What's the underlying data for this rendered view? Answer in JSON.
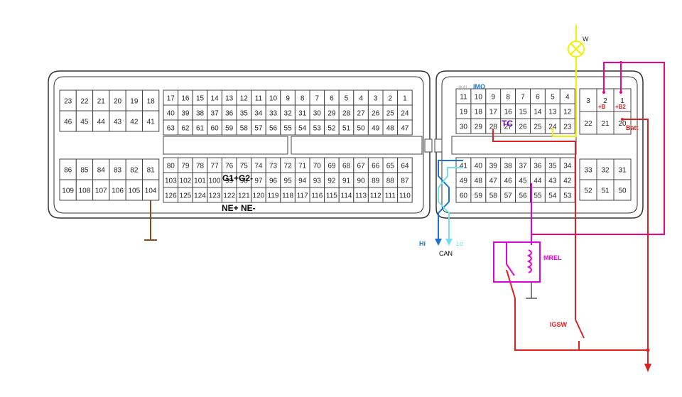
{
  "blocks": [
    {
      "id": "lt1",
      "rows": [
        [
          "23",
          "22",
          "21",
          "20",
          "19",
          "18"
        ],
        [
          "46",
          "45",
          "44",
          "43",
          "42",
          "41"
        ]
      ]
    },
    {
      "id": "lt2",
      "rows": [
        [
          "17",
          "16",
          "15",
          "14",
          "13",
          "12",
          "11",
          "10",
          "9",
          "8",
          "7",
          "6",
          "5",
          "4",
          "3",
          "2",
          "1"
        ],
        [
          "40",
          "39",
          "38",
          "37",
          "36",
          "35",
          "34",
          "33",
          "32",
          "31",
          "30",
          "29",
          "28",
          "27",
          "26",
          "25",
          "24"
        ],
        [
          "63",
          "62",
          "61",
          "60",
          "59",
          "58",
          "57",
          "56",
          "55",
          "54",
          "53",
          "52",
          "51",
          "50",
          "49",
          "48",
          "47"
        ]
      ]
    },
    {
      "id": "lb1",
      "rows": [
        [
          "86",
          "85",
          "84",
          "83",
          "82",
          "81"
        ],
        [
          "109",
          "108",
          "107",
          "106",
          "105",
          "104"
        ]
      ]
    },
    {
      "id": "lb2",
      "rows": [
        [
          "80",
          "79",
          "78",
          "77",
          "76",
          "75",
          "74",
          "73",
          "72",
          "71",
          "70",
          "69",
          "68",
          "67",
          "66",
          "65",
          "64"
        ],
        [
          "103",
          "102",
          "101",
          "100",
          "99",
          "98",
          "97",
          "96",
          "95",
          "94",
          "93",
          "92",
          "91",
          "90",
          "89",
          "88",
          "87"
        ],
        [
          "126",
          "125",
          "124",
          "123",
          "122",
          "121",
          "120",
          "119",
          "118",
          "117",
          "116",
          "115",
          "114",
          "113",
          "112",
          "111",
          "110"
        ]
      ]
    },
    {
      "id": "rt1",
      "rows": [
        [
          "11",
          "10",
          "9",
          "8",
          "7",
          "6",
          "5",
          "4"
        ],
        [
          "19",
          "18",
          "17",
          "16",
          "15",
          "14",
          "13",
          "12"
        ],
        [
          "30",
          "29",
          "28",
          "27",
          "26",
          "25",
          "24",
          "23"
        ]
      ]
    },
    {
      "id": "rt2",
      "rows": [
        [
          "3",
          "2",
          "1"
        ],
        [
          "22",
          "21",
          "20"
        ]
      ]
    },
    {
      "id": "rb1",
      "rows": [
        [
          "41",
          "40",
          "39",
          "38",
          "37",
          "36",
          "35",
          "34"
        ],
        [
          "49",
          "48",
          "47",
          "46",
          "45",
          "44",
          "43",
          "42"
        ],
        [
          "60",
          "59",
          "58",
          "57",
          "56",
          "55",
          "54",
          "53"
        ]
      ]
    },
    {
      "id": "rb2",
      "rows": [
        [
          "33",
          "32",
          "31"
        ],
        [
          "52",
          "51",
          "50"
        ]
      ]
    }
  ],
  "labels": {
    "w": "W",
    "imi": "IMI",
    "imo": "IMO",
    "tc": "TC",
    "plus_b": "+B",
    "plus_b2": "+B2",
    "batt": "Batt",
    "g1_g2": "G1+G2-",
    "ne": "NE+ NE-",
    "hi": "Hi",
    "lo": "Lo",
    "can": "CAN",
    "mrel": "MREL",
    "igsw": "IGSW"
  },
  "colors": {
    "yellow": "#f2f200",
    "magenta": "#f0008c",
    "pink_relay": "#e000e0",
    "red": "#e02020",
    "blue": "#1a74d6",
    "cyan": "#70e0f0",
    "brown": "#8b4a1a",
    "purple": "#7a00d0"
  }
}
